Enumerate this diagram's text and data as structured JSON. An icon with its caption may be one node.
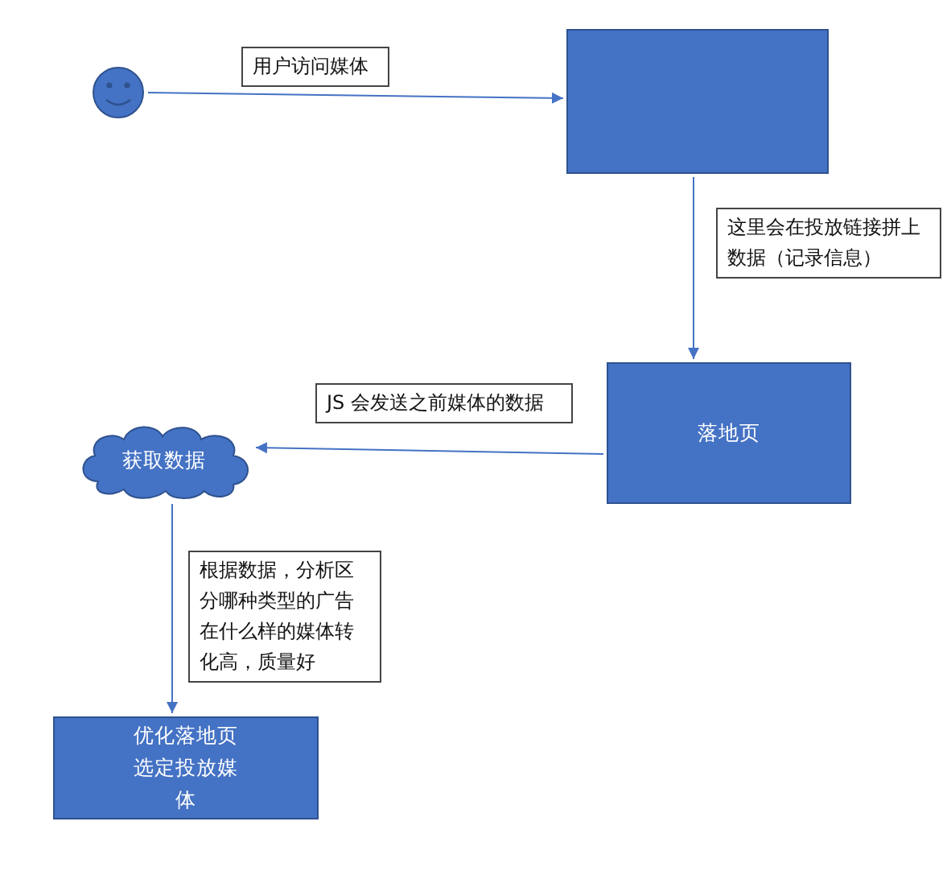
{
  "diagram": {
    "nodes": [
      {
        "text": [],
        "shape": "circle"
      },
      {
        "text": [],
        "shape": "box"
      },
      {
        "text": [
          "落地页"
        ]
      },
      {
        "text": [
          "获取数据"
        ]
      },
      {
        "text": [
          "优化落地页选定投放媒体"
        ]
      }
    ],
    "edges": [
      {
        "from": 0,
        "to": 1,
        "arrow": "to",
        "label": "用户访问媒体"
      },
      {
        "from": 1,
        "to": 2,
        "arrow": "to",
        "label": "这里会在投放链接拼上数据（记录信息）"
      },
      {
        "from": 2,
        "to": 3,
        "arrow": "to",
        "label": "JS 会发送之前媒体的数据"
      },
      {
        "from": 3,
        "to": 4,
        "arrow": "to",
        "label": "根据数据，分析区分哪种类型的广告在什么样的媒体转化高，质量好"
      }
    ]
  }
}
